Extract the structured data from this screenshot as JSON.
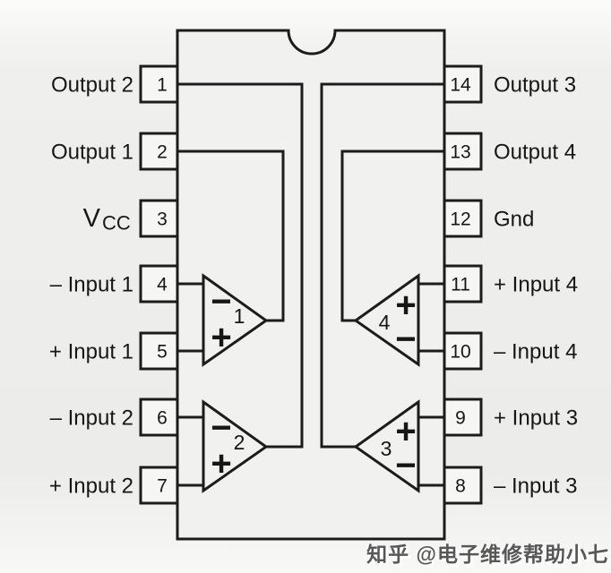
{
  "colors": {
    "background": "#efefed",
    "line": "#1c1c1c",
    "text": "#161616",
    "watermark_text": "#4a4a4a"
  },
  "ic": {
    "left_pins": [
      {
        "number": "1",
        "label": "Output 2"
      },
      {
        "number": "2",
        "label": "Output 1"
      },
      {
        "number": "3",
        "label_v": "V",
        "label_cc": "CC"
      },
      {
        "number": "4",
        "label": "– Input 1"
      },
      {
        "number": "5",
        "label": "+ Input 1"
      },
      {
        "number": "6",
        "label": "– Input 2"
      },
      {
        "number": "7",
        "label": "+ Input 2"
      }
    ],
    "right_pins": [
      {
        "number": "14",
        "label": "Output 3"
      },
      {
        "number": "13",
        "label": "Output 4"
      },
      {
        "number": "12",
        "label": "Gnd"
      },
      {
        "number": "11",
        "label": "+ Input 4"
      },
      {
        "number": "10",
        "label": "– Input 4"
      },
      {
        "number": "9",
        "label": "+ Input 3"
      },
      {
        "number": "8",
        "label": "– Input 3"
      }
    ],
    "opamps": [
      {
        "number": "1",
        "top_sign": "−",
        "bottom_sign": "+"
      },
      {
        "number": "2",
        "top_sign": "−",
        "bottom_sign": "+"
      },
      {
        "number": "3",
        "top_sign": "+",
        "bottom_sign": "−"
      },
      {
        "number": "4",
        "top_sign": "+",
        "bottom_sign": "−"
      }
    ]
  },
  "watermark": {
    "text": "知乎 @电子维修帮助小七"
  }
}
